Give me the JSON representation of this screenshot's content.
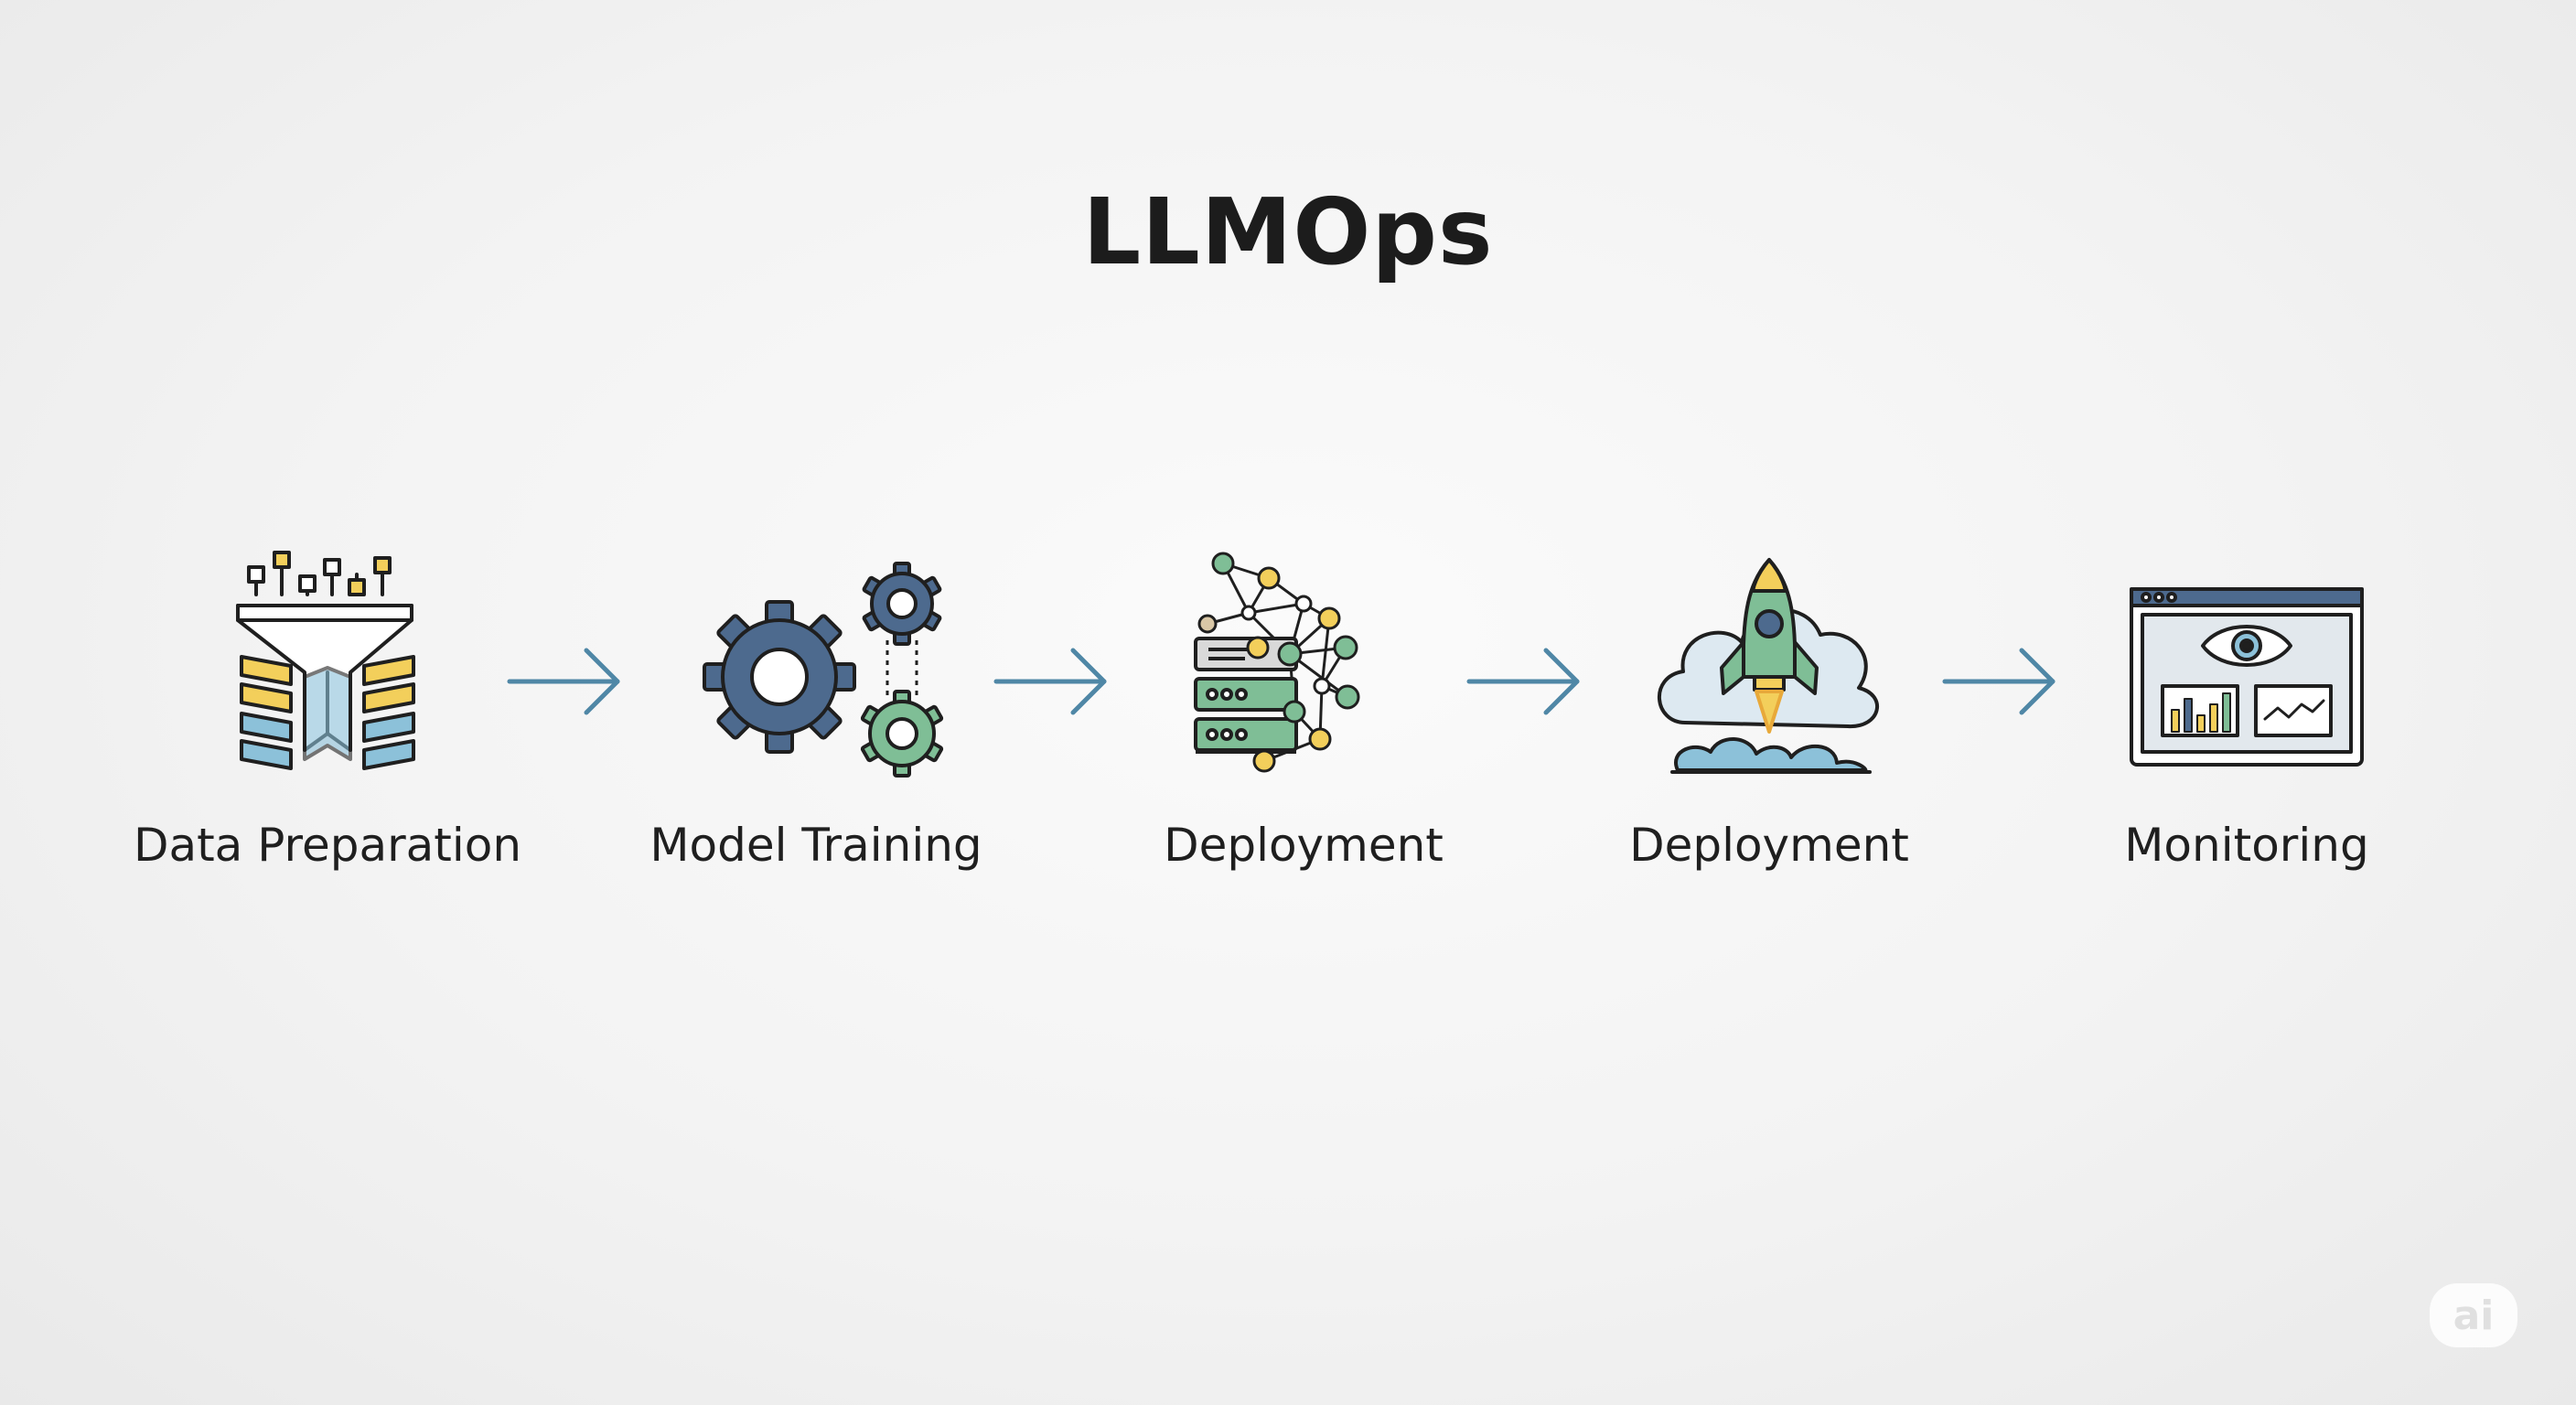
{
  "title": "LLMOps",
  "steps": [
    {
      "label": "Data Preparation",
      "icon": "funnel-data-icon"
    },
    {
      "label": "Model Training",
      "icon": "gears-icon"
    },
    {
      "label": "Deployment",
      "icon": "server-network-icon"
    },
    {
      "label": "Deployment",
      "icon": "rocket-cloud-icon"
    },
    {
      "label": "Monitoring",
      "icon": "dashboard-eye-icon"
    }
  ],
  "colors": {
    "blue_dark": "#4d6a8e",
    "blue_light": "#8cc1d9",
    "green": "#7fbe96",
    "yellow": "#f3cf5b",
    "arrow": "#4f87a6",
    "outline": "#1f1f1f"
  },
  "watermark": "ai"
}
